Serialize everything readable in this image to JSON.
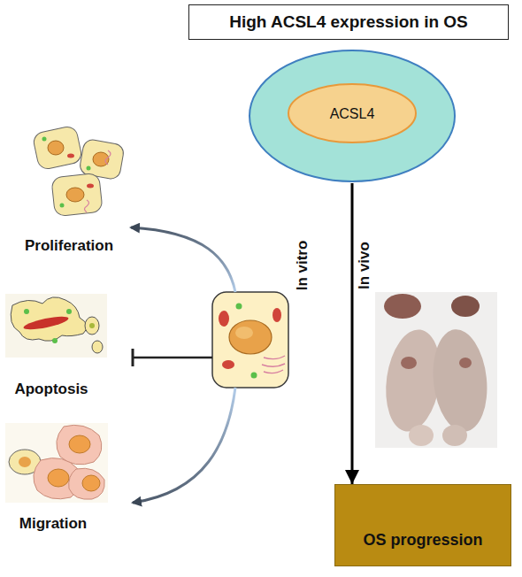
{
  "diagram": {
    "nodes": [
      {
        "text": [
          "High ACSL4 expression in OS"
        ]
      },
      {
        "text": [
          "ACSL4"
        ]
      },
      {
        "text": [
          "OS progression"
        ]
      }
    ],
    "edges": [
      {
        "from": 1,
        "to": 2,
        "arrow": "to"
      }
    ],
    "labels": [
      "Proliferation",
      "Apoptosis",
      "Migration",
      "In vitro",
      "In vivo"
    ]
  }
}
